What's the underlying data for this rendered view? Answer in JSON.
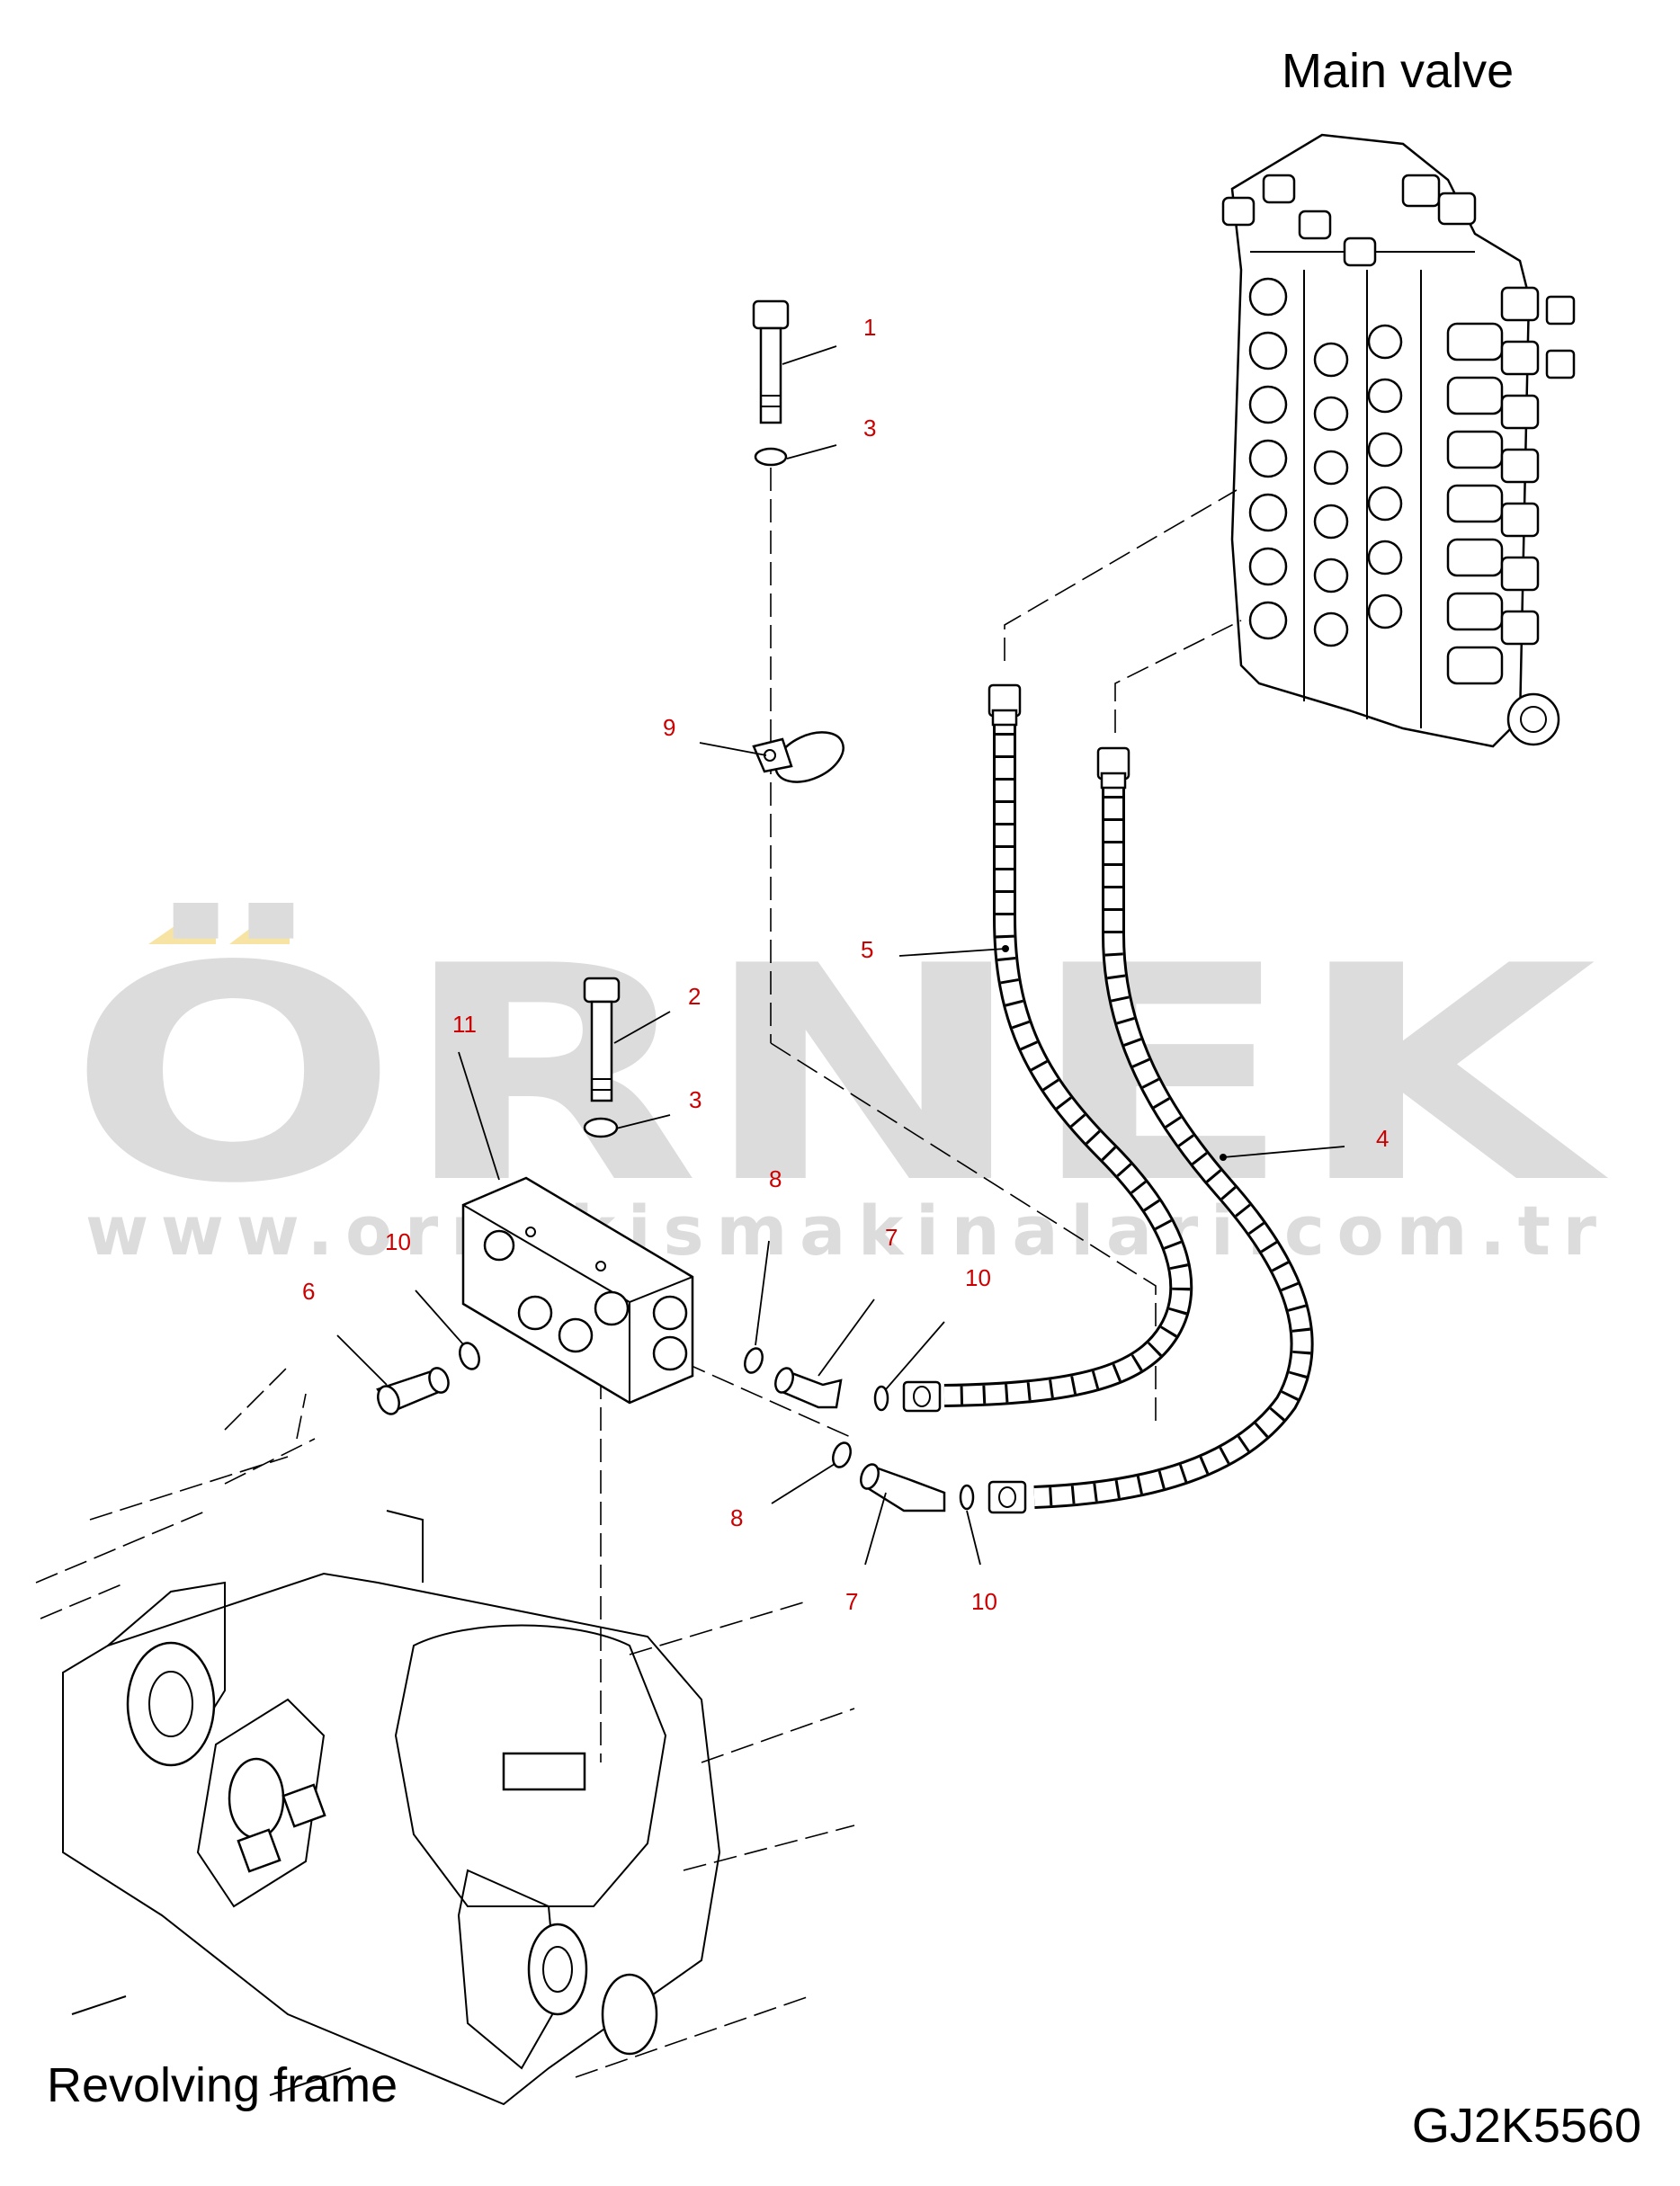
{
  "labels": {
    "main_valve": "Main valve",
    "revolving_frame": "Revolving frame",
    "drawing_code": "GJ2K5560"
  },
  "watermark": {
    "logo_text": "ÖRNEK",
    "url_text": "www.ornekismakinalari.com.tr",
    "logo_color": "#dcdcdc",
    "accent_color": "#f7e3a3"
  },
  "callout_color": "#cc0000",
  "callouts": {
    "c1": "1",
    "c2": "2",
    "c3a": "3",
    "c3b": "3",
    "c4": "4",
    "c5": "5",
    "c6": "6",
    "c7a": "7",
    "c7b": "7",
    "c8a": "8",
    "c8b": "8",
    "c9": "9",
    "c10a": "10",
    "c10b": "10",
    "c10c": "10",
    "c11": "11"
  }
}
